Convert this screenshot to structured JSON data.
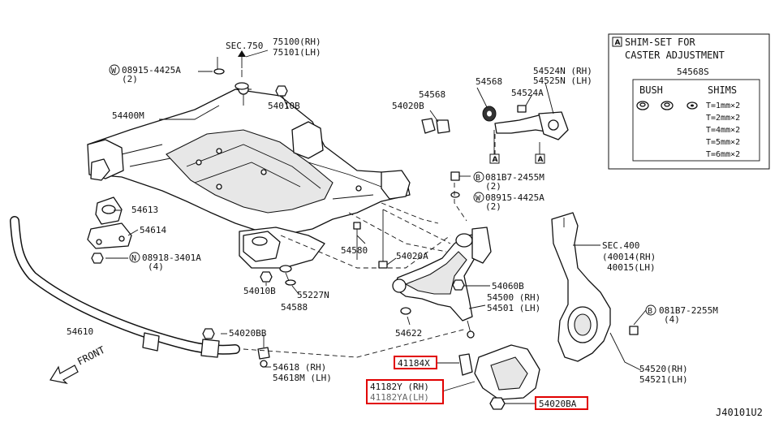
{
  "diagram": {
    "figure_code": "J40101U2",
    "front_label": "FRONT",
    "marker_A": "A",
    "legend": {
      "title_line1": "SHIM-SET FOR",
      "title_line2": "CASTER ADJUSTMENT",
      "part_no": "54568S",
      "col_bush": "BUSH",
      "col_shims": "SHIMS",
      "shim_sizes": [
        "T=1mm×2",
        "T=2mm×2",
        "T=4mm×2",
        "T=5mm×2",
        "T=6mm×2"
      ]
    },
    "labels": {
      "sec750": "SEC.750",
      "p75100": "75100(RH)",
      "p75101": "75101(LH)",
      "w08915a": "08915-4425A",
      "w08915a_qty": "(2)",
      "p54010b_top": "54010B",
      "p54400m": "54400M",
      "p54613": "54613",
      "p54614": "54614",
      "n08918": "08918-3401A",
      "n08918_qty": "(4)",
      "p54010b_bot": "54010B",
      "p55227n": "55227N",
      "p54588": "54588",
      "p54580": "54580",
      "p54020a": "54020A",
      "p54568": "54568",
      "p54568b": "54568",
      "p54020b": "54020B",
      "p54524a": "54524A",
      "p54524n": "54524N (RH)",
      "p54525n": "54525N (LH)",
      "b081b7a": "081B7-2455M",
      "b081b7a_qty": "(2)",
      "w08915b": "08915-4425A",
      "w08915b_qty": "(2)",
      "sec400": "SEC.400",
      "p40014": "(40014(RH)",
      "p40015": "40015(LH)",
      "p54060b": "54060B",
      "p54500": "54500 (RH)",
      "p54501": "54501 (LH)",
      "p54622": "54622",
      "p54610": "54610",
      "p54020bb": "54020BB",
      "p54618": "54618 (RH)",
      "p54618m": "54618M (LH)",
      "b081b7b": "081B7-2255M",
      "b081b7b_qty": "(4)",
      "p54520": "54520(RH)",
      "p54521": "54521(LH)",
      "p41184x": "41184X",
      "p41182y": "41182Y (RH)",
      "p41182ya": "41182YA(LH)",
      "p54020ba": "54020BA"
    }
  },
  "colors": {
    "highlight": "#e10000",
    "line": "#111111",
    "gray_text": "#666666"
  }
}
